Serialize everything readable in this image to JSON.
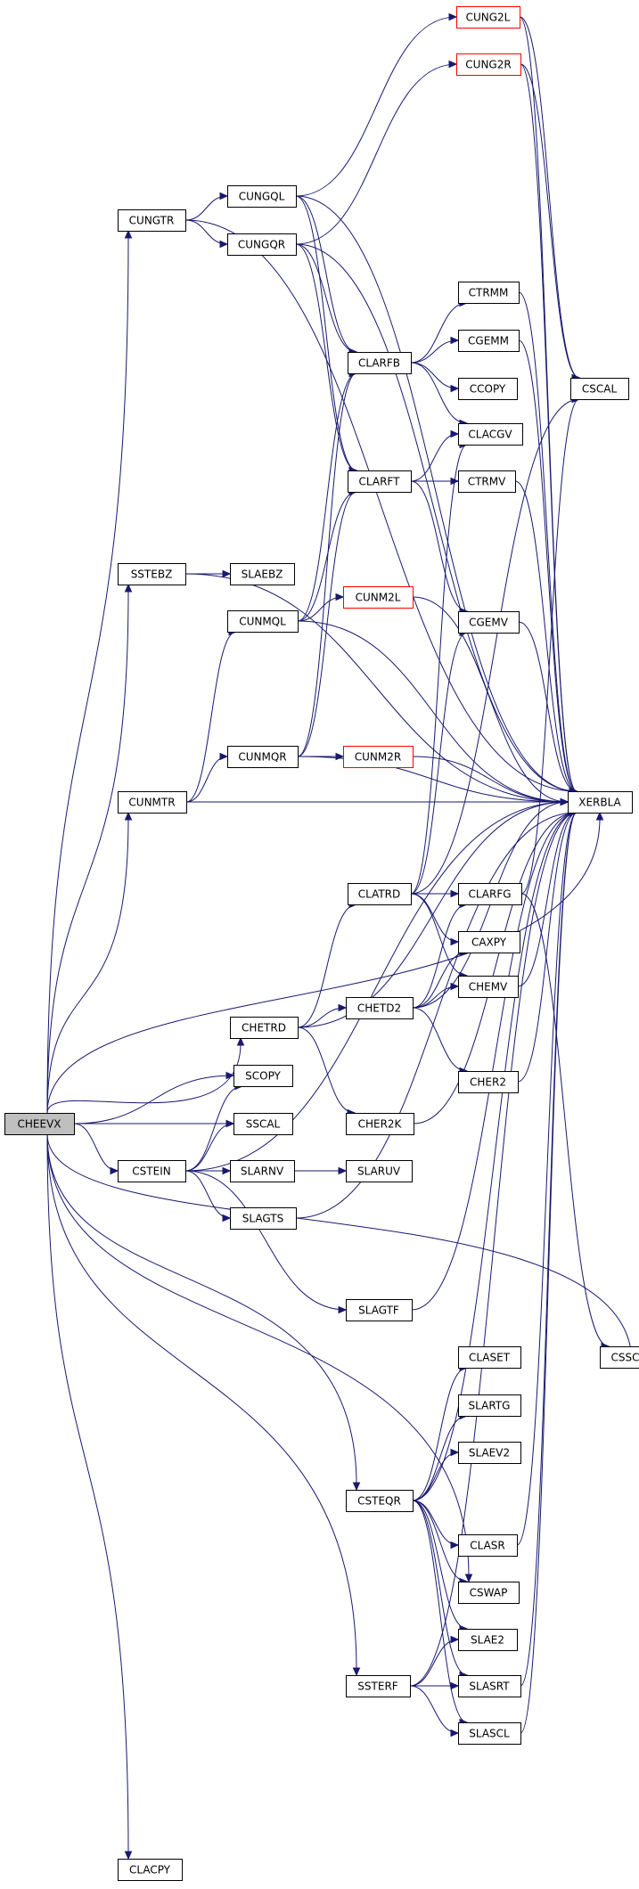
{
  "colors": {
    "edge": "#191970",
    "node_border": "#000000",
    "external_node_border": "#ff0000",
    "root_fill": "#bfbfbf",
    "node_fill": "#ffffff"
  },
  "graph": {
    "root": "CHEEVX",
    "nodes": [
      {
        "id": "CHEEVX",
        "label": "CHEEVX",
        "style": "root"
      },
      {
        "id": "CUNGTR",
        "label": "CUNGTR",
        "style": "normal"
      },
      {
        "id": "CUNGQL",
        "label": "CUNGQL",
        "style": "normal"
      },
      {
        "id": "CUNGQR",
        "label": "CUNGQR",
        "style": "normal"
      },
      {
        "id": "CUNG2L",
        "label": "CUNG2L",
        "style": "external"
      },
      {
        "id": "CUNG2R",
        "label": "CUNG2R",
        "style": "external"
      },
      {
        "id": "CSCAL",
        "label": "CSCAL",
        "style": "normal"
      },
      {
        "id": "CLARFB",
        "label": "CLARFB",
        "style": "normal"
      },
      {
        "id": "CTRMM",
        "label": "CTRMM",
        "style": "normal"
      },
      {
        "id": "CGEMM",
        "label": "CGEMM",
        "style": "normal"
      },
      {
        "id": "CCOPY",
        "label": "CCOPY",
        "style": "normal"
      },
      {
        "id": "CLACGV",
        "label": "CLACGV",
        "style": "normal"
      },
      {
        "id": "CLARFT",
        "label": "CLARFT",
        "style": "normal"
      },
      {
        "id": "CTRMV",
        "label": "CTRMV",
        "style": "normal"
      },
      {
        "id": "SSTEBZ",
        "label": "SSTEBZ",
        "style": "normal"
      },
      {
        "id": "SLAEBZ",
        "label": "SLAEBZ",
        "style": "normal"
      },
      {
        "id": "CUNMQL",
        "label": "CUNMQL",
        "style": "normal"
      },
      {
        "id": "CUNM2L",
        "label": "CUNM2L",
        "style": "external"
      },
      {
        "id": "CGEMV",
        "label": "CGEMV",
        "style": "normal"
      },
      {
        "id": "CUNMTR",
        "label": "CUNMTR",
        "style": "normal"
      },
      {
        "id": "CUNMQR",
        "label": "CUNMQR",
        "style": "normal"
      },
      {
        "id": "CUNM2R",
        "label": "CUNM2R",
        "style": "external"
      },
      {
        "id": "XERBLA",
        "label": "XERBLA",
        "style": "normal"
      },
      {
        "id": "CLATRD",
        "label": "CLATRD",
        "style": "normal"
      },
      {
        "id": "CLARFG",
        "label": "CLARFG",
        "style": "normal"
      },
      {
        "id": "CAXPY",
        "label": "CAXPY",
        "style": "normal"
      },
      {
        "id": "CHETRD",
        "label": "CHETRD",
        "style": "normal"
      },
      {
        "id": "CHETD2",
        "label": "CHETD2",
        "style": "normal"
      },
      {
        "id": "CHEMV",
        "label": "CHEMV",
        "style": "normal"
      },
      {
        "id": "CHER2",
        "label": "CHER2",
        "style": "normal"
      },
      {
        "id": "SCOPY",
        "label": "SCOPY",
        "style": "normal"
      },
      {
        "id": "SSCAL",
        "label": "SSCAL",
        "style": "normal"
      },
      {
        "id": "CHER2K",
        "label": "CHER2K",
        "style": "normal"
      },
      {
        "id": "CSTEIN",
        "label": "CSTEIN",
        "style": "normal"
      },
      {
        "id": "SLARNV",
        "label": "SLARNV",
        "style": "normal"
      },
      {
        "id": "SLARUV",
        "label": "SLARUV",
        "style": "normal"
      },
      {
        "id": "SLAGTS",
        "label": "SLAGTS",
        "style": "normal"
      },
      {
        "id": "SLAGTF",
        "label": "SLAGTF",
        "style": "normal"
      },
      {
        "id": "CLASET",
        "label": "CLASET",
        "style": "normal"
      },
      {
        "id": "CSSCAL",
        "label": "CSSCAL",
        "style": "normal"
      },
      {
        "id": "SLARTG",
        "label": "SLARTG",
        "style": "normal"
      },
      {
        "id": "SLAEV2",
        "label": "SLAEV2",
        "style": "normal"
      },
      {
        "id": "CSTEQR",
        "label": "CSTEQR",
        "style": "normal"
      },
      {
        "id": "CLASR",
        "label": "CLASR",
        "style": "normal"
      },
      {
        "id": "CSWAP",
        "label": "CSWAP",
        "style": "normal"
      },
      {
        "id": "SLAE2",
        "label": "SLAE2",
        "style": "normal"
      },
      {
        "id": "SSTERF",
        "label": "SSTERF",
        "style": "normal"
      },
      {
        "id": "SLASRT",
        "label": "SLASRT",
        "style": "normal"
      },
      {
        "id": "SLASCL",
        "label": "SLASCL",
        "style": "normal"
      },
      {
        "id": "CLACPY",
        "label": "CLACPY",
        "style": "normal"
      }
    ],
    "edges": [
      [
        "CHEEVX",
        "CUNGTR"
      ],
      [
        "CHEEVX",
        "CUNMTR"
      ],
      [
        "CHEEVX",
        "SSTEBZ"
      ],
      [
        "CHEEVX",
        "CHETRD"
      ],
      [
        "CHEEVX",
        "SCOPY"
      ],
      [
        "CHEEVX",
        "SSCAL"
      ],
      [
        "CHEEVX",
        "CSTEIN"
      ],
      [
        "CHEEVX",
        "CSTEQR"
      ],
      [
        "CHEEVX",
        "CSWAP"
      ],
      [
        "CHEEVX",
        "SSTERF"
      ],
      [
        "CHEEVX",
        "CSSCAL"
      ],
      [
        "CHEEVX",
        "CLACPY"
      ],
      [
        "CHEEVX",
        "XERBLA"
      ],
      [
        "CUNGTR",
        "CUNGQL"
      ],
      [
        "CUNGTR",
        "CUNGQR"
      ],
      [
        "CUNGTR",
        "XERBLA"
      ],
      [
        "CUNGQL",
        "CUNG2L"
      ],
      [
        "CUNGQL",
        "CLARFB"
      ],
      [
        "CUNGQL",
        "CLARFT"
      ],
      [
        "CUNGQL",
        "XERBLA"
      ],
      [
        "CUNGQR",
        "CUNG2R"
      ],
      [
        "CUNGQR",
        "CLARFB"
      ],
      [
        "CUNGQR",
        "CLARFT"
      ],
      [
        "CUNGQR",
        "XERBLA"
      ],
      [
        "CUNG2L",
        "CSCAL"
      ],
      [
        "CUNG2L",
        "XERBLA"
      ],
      [
        "CUNG2R",
        "CSCAL"
      ],
      [
        "CUNG2R",
        "XERBLA"
      ],
      [
        "CLARFB",
        "CTRMM"
      ],
      [
        "CLARFB",
        "CGEMM"
      ],
      [
        "CLARFB",
        "CCOPY"
      ],
      [
        "CLARFB",
        "CLACGV"
      ],
      [
        "CTRMM",
        "XERBLA"
      ],
      [
        "CGEMM",
        "XERBLA"
      ],
      [
        "CLARFT",
        "CLACGV"
      ],
      [
        "CLARFT",
        "CTRMV"
      ],
      [
        "CLARFT",
        "CGEMV"
      ],
      [
        "CTRMV",
        "XERBLA"
      ],
      [
        "CGEMV",
        "XERBLA"
      ],
      [
        "SSTEBZ",
        "SLAEBZ"
      ],
      [
        "SSTEBZ",
        "XERBLA"
      ],
      [
        "CUNMTR",
        "CUNMQL"
      ],
      [
        "CUNMTR",
        "CUNMQR"
      ],
      [
        "CUNMTR",
        "XERBLA"
      ],
      [
        "CUNMQL",
        "CUNM2L"
      ],
      [
        "CUNMQL",
        "CLARFB"
      ],
      [
        "CUNMQL",
        "CLARFT"
      ],
      [
        "CUNMQL",
        "XERBLA"
      ],
      [
        "CUNMQR",
        "CUNM2R"
      ],
      [
        "CUNMQR",
        "CLARFB"
      ],
      [
        "CUNMQR",
        "CLARFT"
      ],
      [
        "CUNMQR",
        "XERBLA"
      ],
      [
        "CUNM2L",
        "XERBLA"
      ],
      [
        "CUNM2R",
        "XERBLA"
      ],
      [
        "CHETRD",
        "CLATRD"
      ],
      [
        "CHETRD",
        "CHETD2"
      ],
      [
        "CHETRD",
        "CHER2K"
      ],
      [
        "CHETRD",
        "XERBLA"
      ],
      [
        "CLATRD",
        "CLARFG"
      ],
      [
        "CLATRD",
        "CAXPY"
      ],
      [
        "CLATRD",
        "CHEMV"
      ],
      [
        "CLATRD",
        "CSCAL"
      ],
      [
        "CLATRD",
        "CLACGV"
      ],
      [
        "CLATRD",
        "CGEMV"
      ],
      [
        "CLARFG",
        "CSSCAL"
      ],
      [
        "CLARFG",
        "CSCAL"
      ],
      [
        "CHETD2",
        "CLARFG"
      ],
      [
        "CHETD2",
        "CAXPY"
      ],
      [
        "CHETD2",
        "CHEMV"
      ],
      [
        "CHETD2",
        "CHER2"
      ],
      [
        "CHETD2",
        "XERBLA"
      ],
      [
        "CHEMV",
        "XERBLA"
      ],
      [
        "CHER2",
        "XERBLA"
      ],
      [
        "CHER2K",
        "XERBLA"
      ],
      [
        "CSTEIN",
        "SCOPY"
      ],
      [
        "CSTEIN",
        "SSCAL"
      ],
      [
        "CSTEIN",
        "SLARNV"
      ],
      [
        "CSTEIN",
        "SLAGTS"
      ],
      [
        "CSTEIN",
        "SLAGTF"
      ],
      [
        "CSTEIN",
        "XERBLA"
      ],
      [
        "SLARNV",
        "SLARUV"
      ],
      [
        "SLAGTS",
        "XERBLA"
      ],
      [
        "SLAGTF",
        "XERBLA"
      ],
      [
        "CSTEQR",
        "CLASET"
      ],
      [
        "CSTEQR",
        "SLARTG"
      ],
      [
        "CSTEQR",
        "SLAEV2"
      ],
      [
        "CSTEQR",
        "CLASR"
      ],
      [
        "CSTEQR",
        "CSWAP"
      ],
      [
        "CSTEQR",
        "SLAE2"
      ],
      [
        "CSTEQR",
        "SLASRT"
      ],
      [
        "CSTEQR",
        "SLASCL"
      ],
      [
        "CSTEQR",
        "XERBLA"
      ],
      [
        "CLASR",
        "XERBLA"
      ],
      [
        "SLASRT",
        "XERBLA"
      ],
      [
        "SLASCL",
        "XERBLA"
      ],
      [
        "SSTERF",
        "SLAE2"
      ],
      [
        "SSTERF",
        "SLASRT"
      ],
      [
        "SSTERF",
        "SLASCL"
      ],
      [
        "SSTERF",
        "XERBLA"
      ]
    ]
  }
}
